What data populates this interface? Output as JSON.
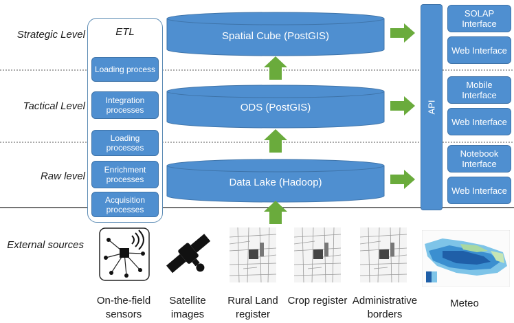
{
  "levels": {
    "strategic": "Strategic Level",
    "tactical": "Tactical Level",
    "raw": "Raw level",
    "external": "External sources"
  },
  "etl": {
    "title": "ETL",
    "processes": [
      "Loading process",
      "Integration processes",
      "Loading processes",
      "Enrichment processes",
      "Acquisition processes"
    ]
  },
  "stores": {
    "cube": "Spatial Cube (PostGIS)",
    "ods": "ODS (PostGIS)",
    "lake": "Data Lake (Hadoop)"
  },
  "api": {
    "label": "API",
    "interfaces": [
      "SOLAP Interface",
      "Web Interface",
      "Mobile Interface",
      "Web Interface",
      "Notebook Interface",
      "Web Interface"
    ]
  },
  "sources": [
    "On-the-field sensors",
    "Satellite images",
    "Rural Land register",
    "Crop register",
    "Administrative borders",
    "Meteo"
  ],
  "colors": {
    "box_fill": "#4f8fd0",
    "box_border": "#3e73a8",
    "arrow": "#6aab3c",
    "divider": "#555555"
  },
  "icons": [
    "sensor-network-icon",
    "satellite-icon",
    "map-icon",
    "map-icon",
    "map-icon",
    "heatmap-map-icon"
  ]
}
